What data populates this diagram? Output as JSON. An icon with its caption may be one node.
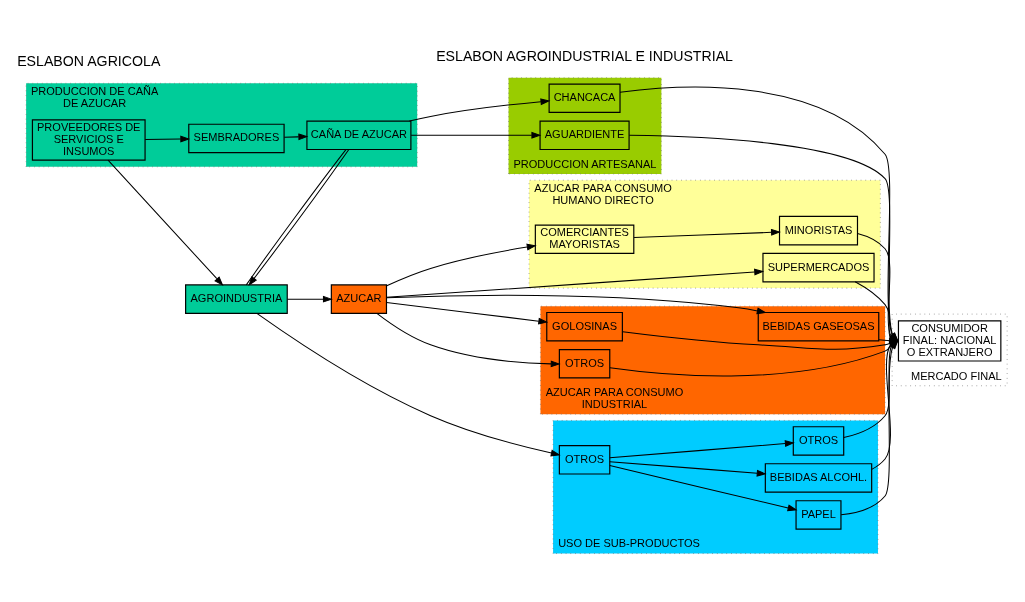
{
  "diagram": {
    "nodes": [
      {
        "text": [
          "PRODUCCION DE CAÑA DE AZUCAR"
        ]
      },
      {
        "text": [
          "PROVEEDORES DE SERVICIOS E INSUMOS"
        ],
        "in": 0
      },
      {
        "text": [
          "SEMBRADORES"
        ],
        "in": 0
      },
      {
        "text": [
          "AGROINDUSTRIA"
        ]
      },
      {
        "text": [
          "CAÑA DE AZUCAR"
        ],
        "in": 0
      },
      {
        "text": [
          "AZUCAR PARA CONSUMO HUMANO DIRECTO"
        ]
      },
      {
        "text": [
          "COMERCIANTES MAYORISTAS"
        ],
        "in": 5
      },
      {
        "text": [
          "MINORISTAS"
        ],
        "in": 5
      },
      {
        "text": [
          "SUPERMERCADOS"
        ],
        "in": 5
      },
      {
        "text": [
          "AZUCAR PARA CONSUMO INDUSTRIAL"
        ]
      },
      {
        "text": [
          "AZUCAR"
        ]
      },
      {
        "text": [
          "BEBIDAS GASEOSAS"
        ],
        "in": 9
      },
      {
        "text": [
          "GOLOSINAS"
        ],
        "in": 9
      },
      {
        "text": [
          "OTROS"
        ],
        "in": 9
      },
      {
        "text": [
          "USO DE SUB-PRODUCTOS"
        ]
      },
      {
        "text": [
          "OTROS"
        ],
        "in": 14
      },
      {
        "text": [
          "PAPEL"
        ],
        "in": 14
      },
      {
        "text": [
          "BEBIDAS ALCOHL."
        ],
        "in": 14
      },
      {
        "text": [
          "OTROS"
        ],
        "in": 14
      },
      {
        "text": [
          "PRODUCCION ARTESANAL"
        ]
      },
      {
        "text": [
          "CHANCACA"
        ],
        "in": 19
      },
      {
        "text": [
          "AGUARDIENTE"
        ],
        "in": 19
      },
      {
        "text": [
          "MERCADO FINAL"
        ]
      },
      {
        "text": [
          "CONSUMIDOR FINAL: NACIONAL O EXTRANJERO"
        ],
        "in": 22
      }
    ],
    "edges": [
      {
        "from": 1,
        "to": 2,
        "arrow": "to"
      },
      {
        "from": 1,
        "to": 3,
        "arrow": "to"
      },
      {
        "from": 2,
        "to": 4,
        "arrow": "to"
      },
      {
        "from": 3,
        "to": 4,
        "arrow": "none"
      },
      {
        "from": 4,
        "to": 3,
        "arrow": "to"
      },
      {
        "from": 3,
        "to": 10,
        "arrow": "to"
      },
      {
        "from": 3,
        "to": 15,
        "arrow": "to"
      },
      {
        "from": 10,
        "to": 6,
        "arrow": "to"
      },
      {
        "from": 10,
        "to": 8,
        "arrow": "to"
      },
      {
        "from": 10,
        "to": 11,
        "arrow": "to"
      },
      {
        "from": 10,
        "to": 12,
        "arrow": "to"
      },
      {
        "from": 10,
        "to": 13,
        "arrow": "to"
      },
      {
        "from": 6,
        "to": 7,
        "arrow": "to"
      },
      {
        "from": 7,
        "to": 23,
        "arrow": "to"
      },
      {
        "from": 8,
        "to": 23,
        "arrow": "to"
      },
      {
        "from": 15,
        "to": 16,
        "arrow": "to"
      },
      {
        "from": 15,
        "to": 17,
        "arrow": "to"
      },
      {
        "from": 15,
        "to": 18,
        "arrow": "to"
      },
      {
        "from": 4,
        "to": 20,
        "arrow": "to"
      },
      {
        "from": 4,
        "to": 21,
        "arrow": "to"
      },
      {
        "from": 11,
        "to": 23,
        "arrow": "to"
      },
      {
        "from": 12,
        "to": 23,
        "arrow": "to"
      },
      {
        "from": 13,
        "to": 23,
        "arrow": "to"
      },
      {
        "from": 16,
        "to": 23,
        "arrow": "to"
      },
      {
        "from": 17,
        "to": 23,
        "arrow": "to"
      },
      {
        "from": 18,
        "to": 23,
        "arrow": "to"
      },
      {
        "from": 20,
        "to": 23,
        "arrow": "to"
      },
      {
        "from": 21,
        "to": 23,
        "arrow": "to"
      }
    ],
    "labels": [
      "ESLABON AGRICOLA",
      "ESLABON AGROINDUSTRIAL E INDUSTRIAL"
    ]
  }
}
